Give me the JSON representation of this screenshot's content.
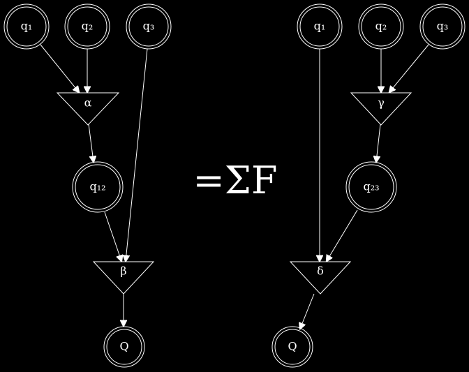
{
  "diagram": {
    "equation": "=ΣF",
    "left": {
      "q1": "q₁",
      "q2": "q₂",
      "q3": "q₃",
      "alpha": "α",
      "q12": "q₁₂",
      "beta": "β",
      "Q": "Q"
    },
    "right": {
      "q1": "q₁",
      "q2": "q₂",
      "q3": "q₃",
      "gamma": "γ",
      "q23": "q₂₃",
      "delta": "δ",
      "Q": "Q"
    },
    "colors": {
      "background": "#000000",
      "stroke": "#ffffff",
      "text": "#ffffff"
    }
  }
}
